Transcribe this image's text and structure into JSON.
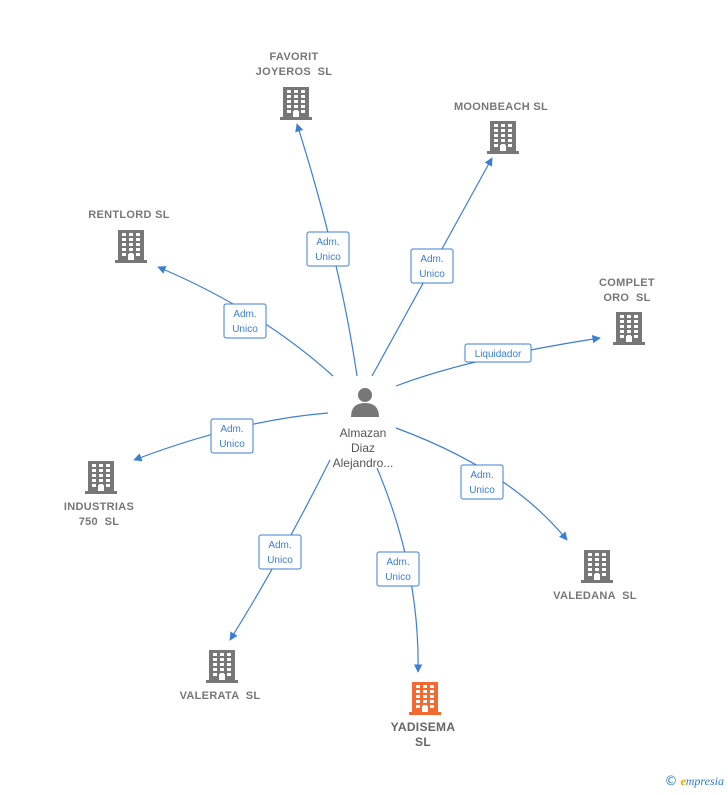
{
  "center": {
    "lines": [
      "Almazan",
      "Diaz",
      "Alejandro..."
    ],
    "icon": "person-icon"
  },
  "colors": {
    "edge": "#3b7fd4",
    "company": "#777777",
    "highlight": "#f26a32"
  },
  "companies": [
    {
      "id": "favorit",
      "lines": [
        "FAVORIT",
        "JOYEROS  SL"
      ],
      "highlight": false
    },
    {
      "id": "moonbeach",
      "lines": [
        "MOONBEACH SL"
      ],
      "highlight": false
    },
    {
      "id": "rentlord",
      "lines": [
        "RENTLORD SL"
      ],
      "highlight": false
    },
    {
      "id": "complet",
      "lines": [
        "COMPLET",
        "ORO  SL"
      ],
      "highlight": false
    },
    {
      "id": "industrias",
      "lines": [
        "INDUSTRIAS",
        "750  SL"
      ],
      "highlight": false
    },
    {
      "id": "valedana",
      "lines": [
        "VALEDANA  SL"
      ],
      "highlight": false
    },
    {
      "id": "valerata",
      "lines": [
        "VALERATA  SL"
      ],
      "highlight": false
    },
    {
      "id": "yadisema",
      "lines": [
        "YADISEMA",
        "SL"
      ],
      "highlight": true
    }
  ],
  "relations": [
    {
      "target": "favorit",
      "lines": [
        "Adm.",
        "Unico"
      ]
    },
    {
      "target": "moonbeach",
      "lines": [
        "Adm.",
        "Unico"
      ]
    },
    {
      "target": "rentlord",
      "lines": [
        "Adm.",
        "Unico"
      ]
    },
    {
      "target": "complet",
      "lines": [
        "Liquidador"
      ]
    },
    {
      "target": "industrias",
      "lines": [
        "Adm.",
        "Unico"
      ]
    },
    {
      "target": "valedana",
      "lines": [
        "Adm.",
        "Unico"
      ]
    },
    {
      "target": "valerata",
      "lines": [
        "Adm.",
        "Unico"
      ]
    },
    {
      "target": "yadisema",
      "lines": [
        "Adm.",
        "Unico"
      ]
    }
  ],
  "brand": {
    "copyright": "©",
    "e": "e",
    "rest": "mpresia"
  }
}
